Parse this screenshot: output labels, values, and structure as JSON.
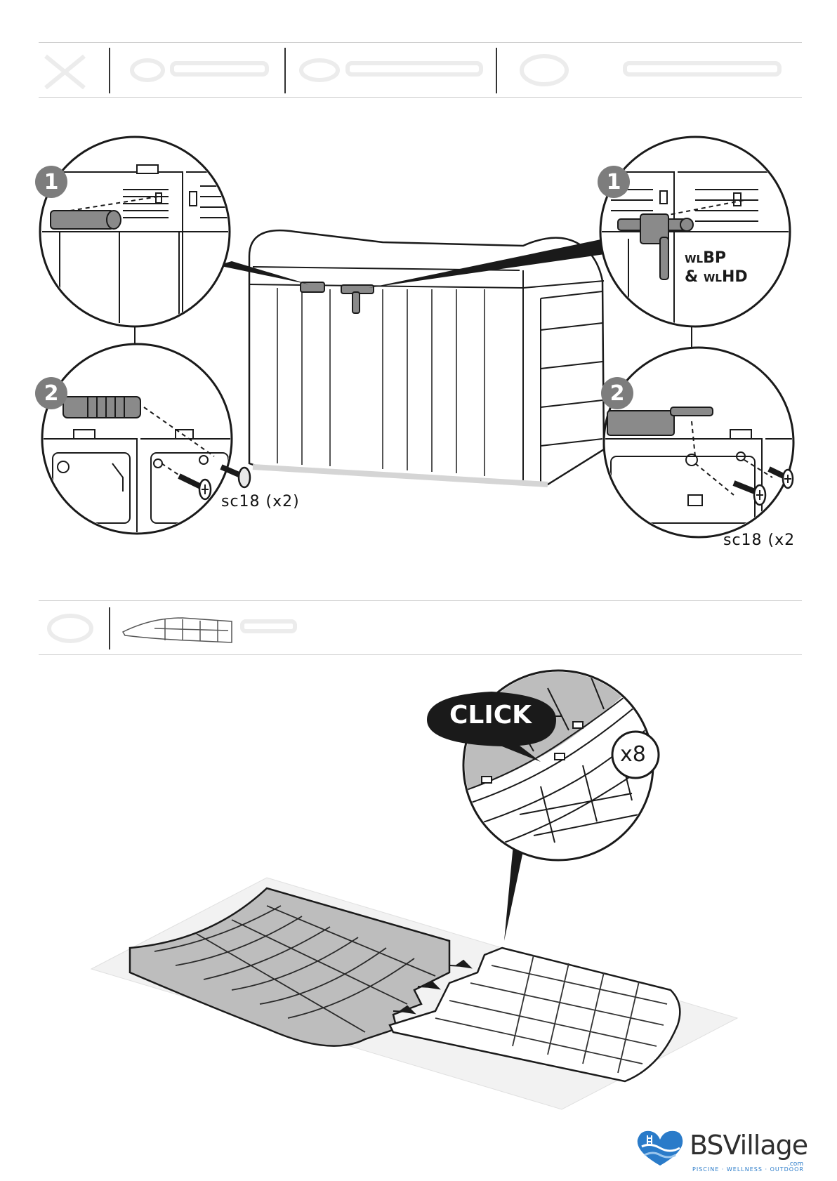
{
  "step1": {
    "callouts": [
      {
        "number": "1"
      },
      {
        "number": "2"
      },
      {
        "number": "1"
      },
      {
        "number": "2"
      }
    ],
    "part_label": {
      "prefix_1": "WL",
      "code_1": "BP",
      "joiner": "&",
      "prefix_2": "WL",
      "code_2": "HD"
    },
    "screw_labels": [
      "sc18 (x2)",
      "sc18 (x2"
    ]
  },
  "step2": {
    "click_label": "CLICK",
    "count_label": "x8"
  },
  "branding": {
    "logo_name": "BSVillage",
    "logo_domain": ".com",
    "tagline": "PISCINE · WELLNESS · OUTDOOR",
    "logo_icon": "heart-pool-icon",
    "brand_color": "#2a7bc9",
    "text_color": "#2f2f2f"
  }
}
